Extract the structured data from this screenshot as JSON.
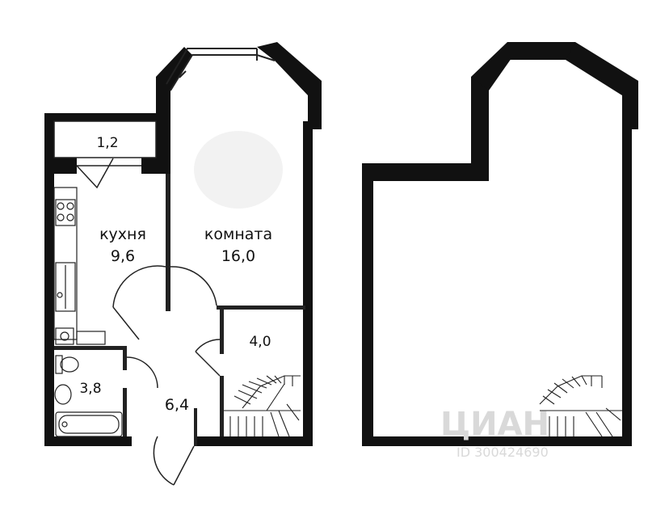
{
  "plan": {
    "wall_color": "#111111",
    "line_color": "#222222",
    "background": "#ffffff",
    "rooms": [
      {
        "id": "balcony",
        "area": "1,2"
      },
      {
        "id": "kitchen",
        "name": "кухня",
        "area": "9,6"
      },
      {
        "id": "room",
        "name": "комната",
        "area": "16,0"
      },
      {
        "id": "storage",
        "area": "4,0"
      },
      {
        "id": "bathroom",
        "area": "3,8"
      },
      {
        "id": "hall",
        "area": "6,4"
      }
    ],
    "watermark": {
      "brand": "ЦИАН",
      "id_text": "ID 300424690",
      "color": "#d9d9d9"
    }
  }
}
